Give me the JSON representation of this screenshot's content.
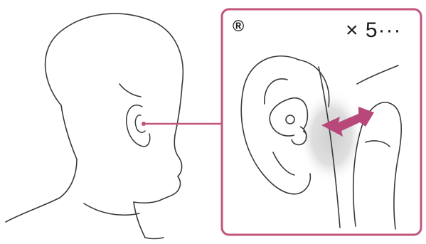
{
  "labels": {
    "side_marker": "®",
    "repeat_count": "× 5···"
  },
  "colors": {
    "highlight_frame": "#c1557b",
    "arrow": "#b8487a",
    "line_art": "#3a3a3a",
    "touch_shade": "#d6d6d6"
  },
  "icons": {
    "side_marker": "right-side-mark",
    "gesture": "double-headed-tap-arrow"
  }
}
